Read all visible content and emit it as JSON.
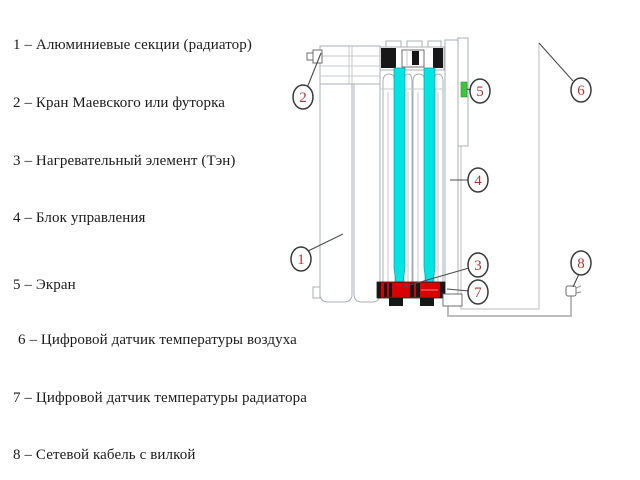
{
  "legend": {
    "items": [
      {
        "text": "1 – Алюминиевые секции (радиатор)"
      },
      {
        "text": "2 – Кран Маевского или футорка"
      },
      {
        "text": "3 – Нагревательный элемент (Тэн)"
      },
      {
        "text": "4 – Блок управления"
      },
      {
        "text": "5 – Экран"
      },
      {
        "text": "6 – Цифровой датчик температуры воздуха"
      },
      {
        "text": "7 – Цифровой датчик температуры радиатора"
      },
      {
        "text": "8 – Сетевой кабель с вилкой"
      }
    ]
  },
  "diagram": {
    "callouts": [
      {
        "num": "1"
      },
      {
        "num": "2"
      },
      {
        "num": "3"
      },
      {
        "num": "4"
      },
      {
        "num": "5"
      },
      {
        "num": "6"
      },
      {
        "num": "7"
      },
      {
        "num": "8"
      }
    ]
  },
  "colors": {
    "tube_cyan": "#00e4e4",
    "heater_red": "#d80000",
    "screen_green": "#3ec43e",
    "callout_number": "#b43434",
    "wire_gray": "#c9c9c9",
    "cable_gray": "#bdbdbd"
  }
}
